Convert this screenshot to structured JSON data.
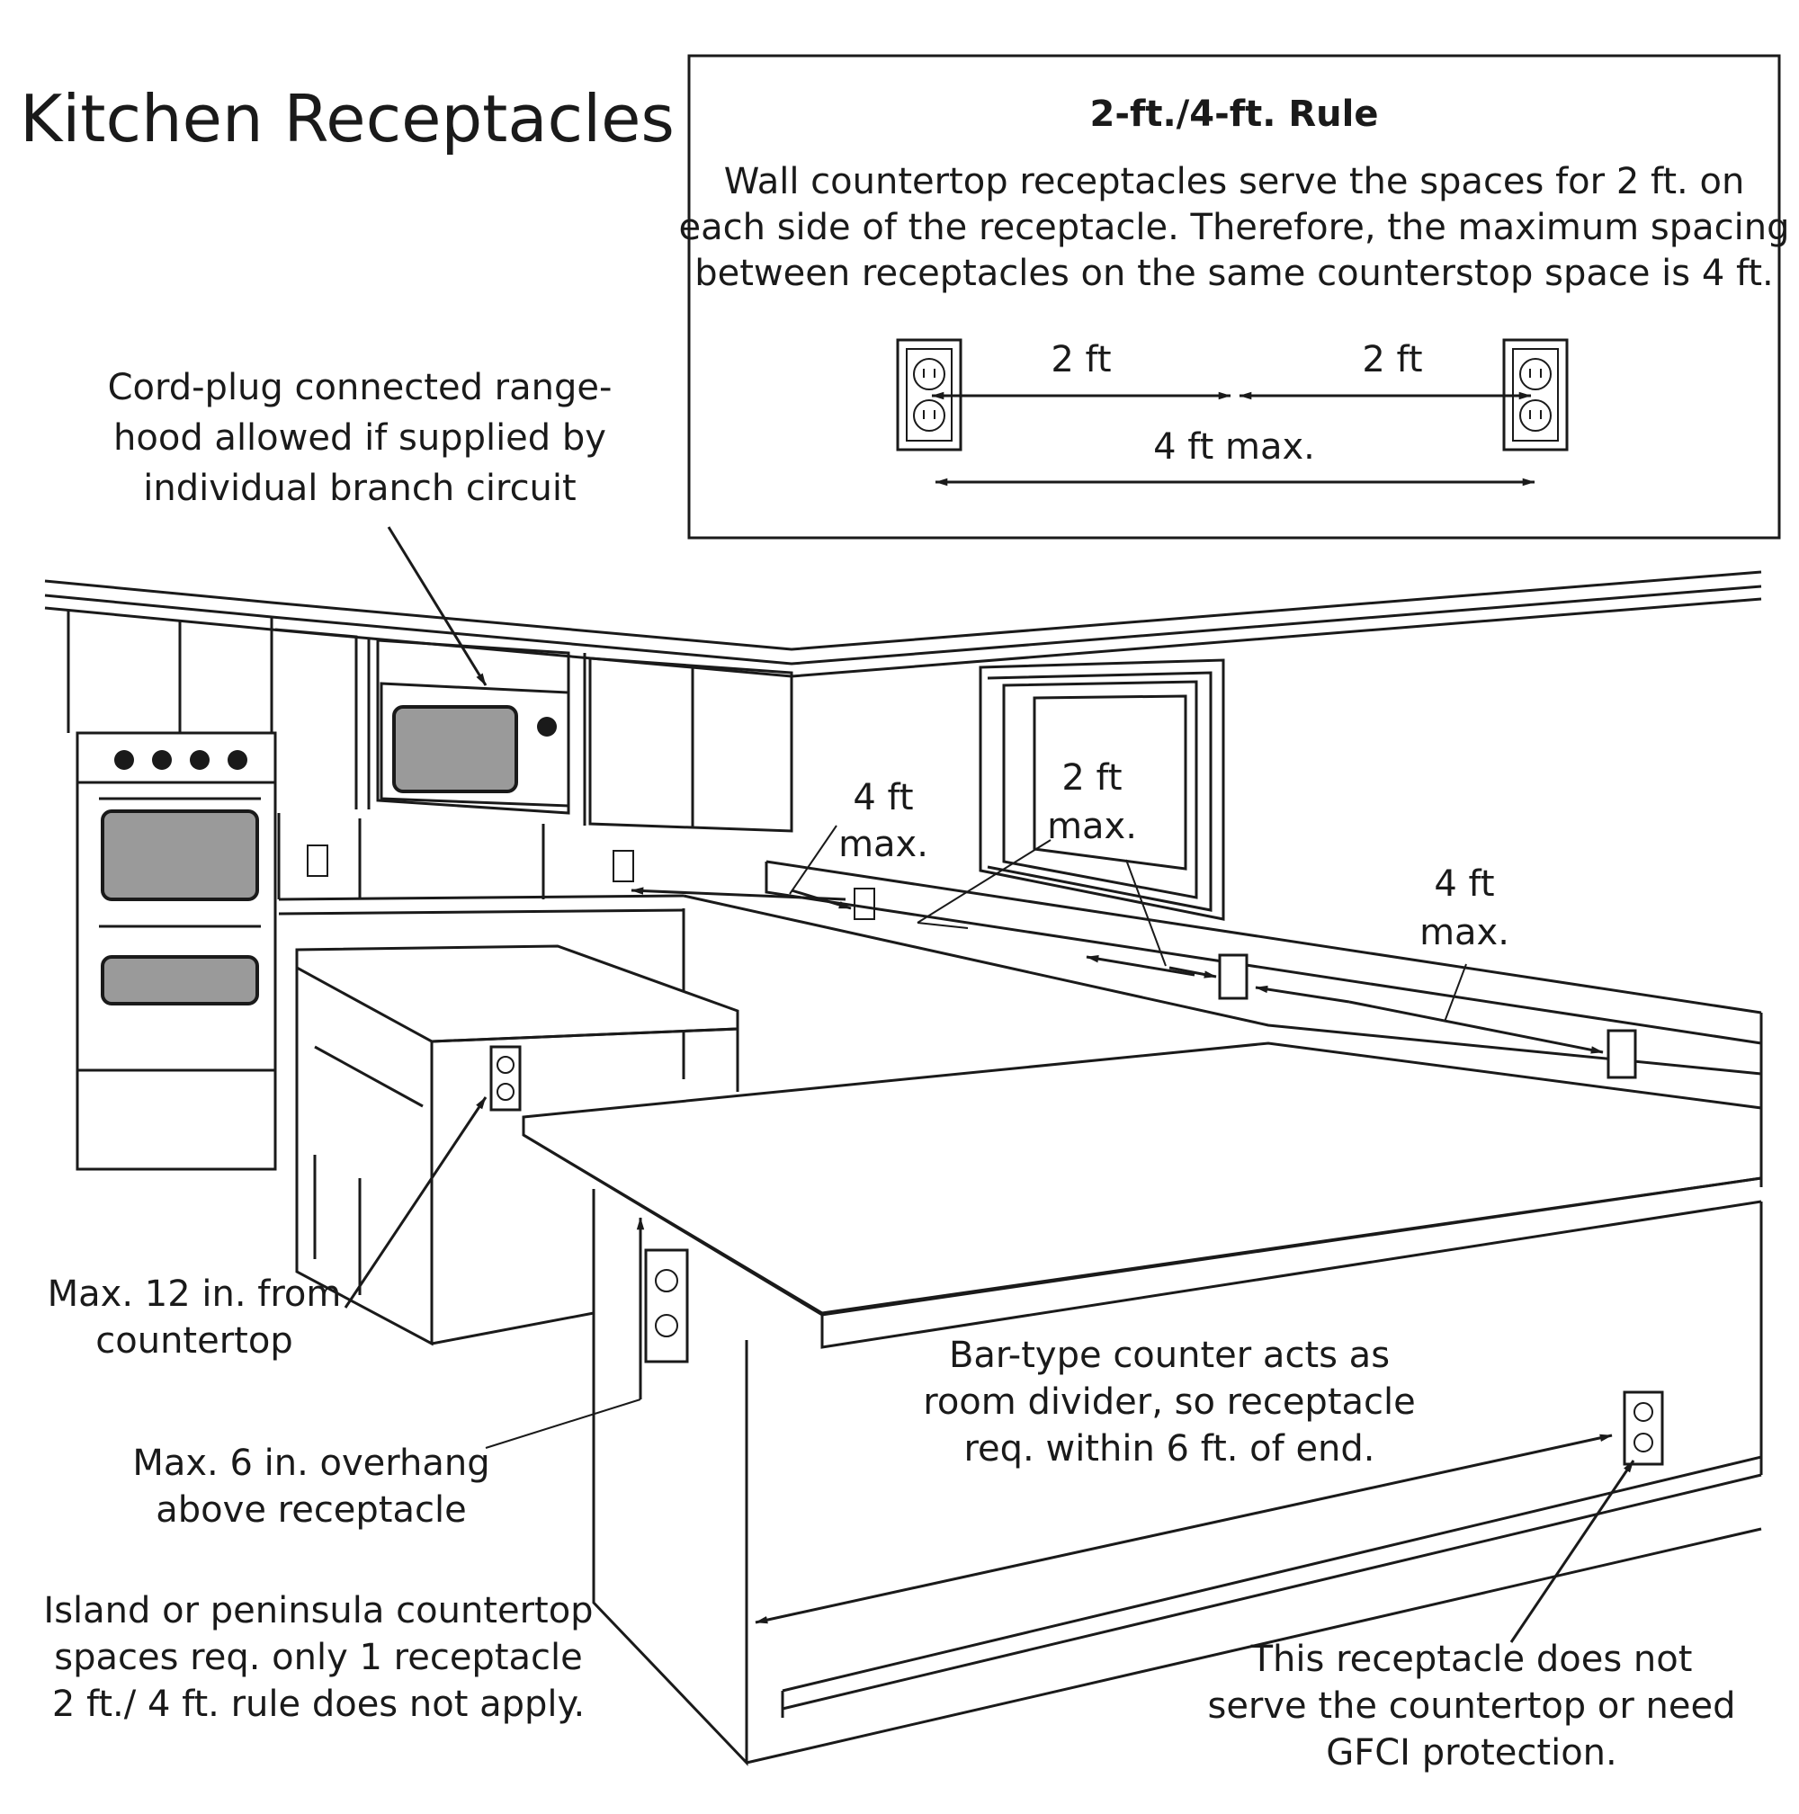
{
  "title": "Kitchen Receptacles",
  "rule_box": {
    "heading": "2-ft./4-ft. Rule",
    "text_lines": [
      "Wall countertop receptacles serve the spaces for 2 ft. on",
      "each side of the receptacle. Therefore, the maximum spacing",
      "between receptacles on the same counterstop space is 4 ft."
    ],
    "left_label": "2 ft",
    "right_label": "2 ft",
    "total_label": "4 ft max."
  },
  "callouts": {
    "range_hood": [
      "Cord-plug connected range-",
      "hood allowed if supplied by",
      "individual branch circuit"
    ],
    "four_ft_left": [
      "4 ft",
      "max."
    ],
    "two_ft_window": [
      "2 ft",
      "max."
    ],
    "four_ft_right": [
      "4 ft",
      "max."
    ],
    "max_12": [
      "Max. 12 in. from",
      "countertop"
    ],
    "max_6_overhang": [
      "Max. 6 in. overhang",
      "above receptacle"
    ],
    "island": [
      "Island or peninsula countertop",
      "spaces req. only 1 receptacle",
      "2 ft./ 4 ft. rule does not apply."
    ],
    "bar_type": [
      "Bar-type counter acts as",
      "room divider, so receptacle",
      "req. within 6 ft. of end."
    ],
    "not_serve": [
      "This receptacle does not",
      "serve the countertop or need",
      "GFCI protection."
    ]
  }
}
